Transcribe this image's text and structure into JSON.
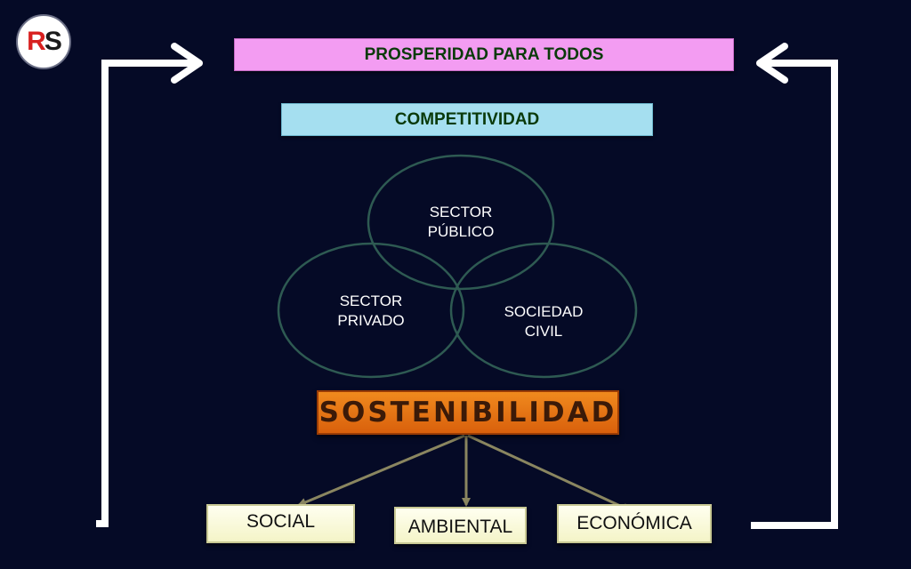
{
  "logo": {
    "r": "R",
    "s": "S"
  },
  "banners": {
    "prosperidad": "PROSPERIDAD PARA TODOS",
    "competitividad": "COMPETITIVIDAD",
    "sostenibilidad": "SOSTENIBILIDAD"
  },
  "sectors": {
    "publico": {
      "line1": "SECTOR",
      "line2": "PÚBLICO"
    },
    "privado": {
      "line1": "SECTOR",
      "line2": "PRIVADO"
    },
    "civil": {
      "line1": "SOCIEDAD",
      "line2": "CIVIL"
    }
  },
  "dimensions": {
    "social": "SOCIAL",
    "ambiental": "AMBIENTAL",
    "economica": "ECONÓMICA"
  },
  "colors": {
    "background": "#050a26",
    "prosperidad": "#f39cf2",
    "competitividad": "#a5dff0",
    "sostenibilidad": "#e8761a",
    "circle_stroke": "#2e5a52",
    "connector": "#8a8660",
    "frame_arrows": "#ffffff"
  }
}
